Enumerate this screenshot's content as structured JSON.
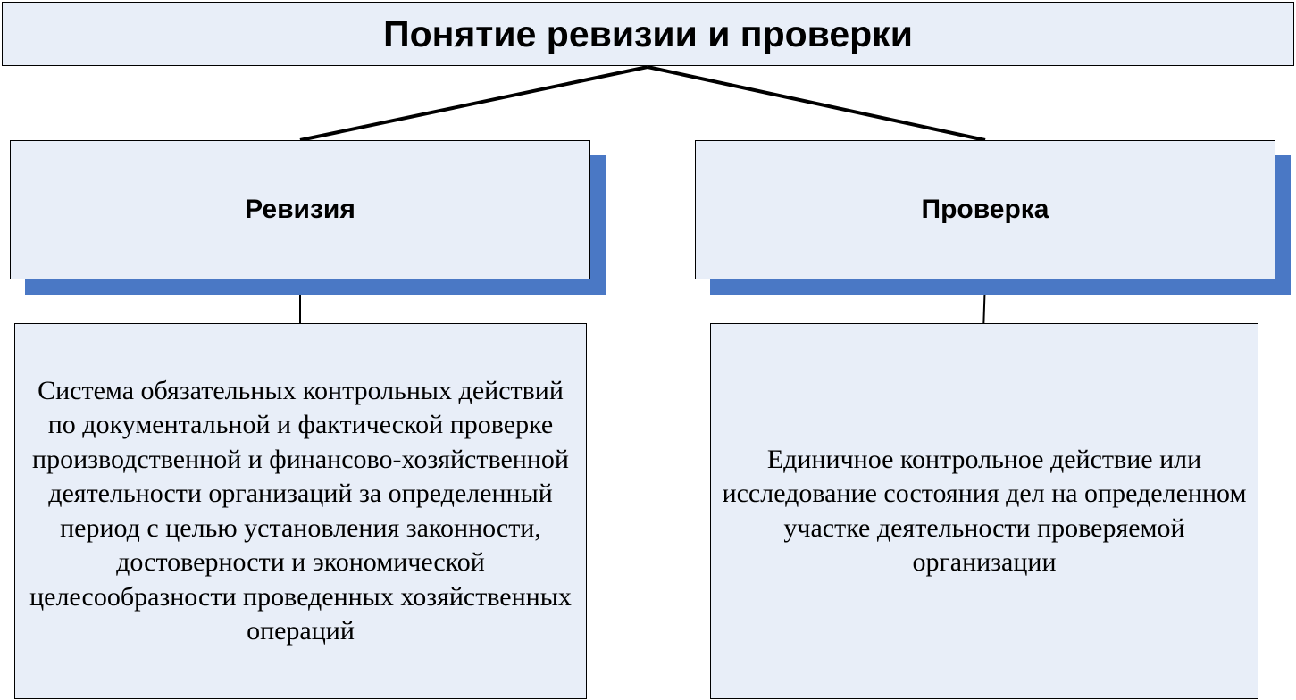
{
  "diagram": {
    "title": "Понятие ревизии и проверки",
    "left": {
      "heading": "Ревизия",
      "description": "Система обязательных контрольных действий по документальной и фактической проверке производственной и финансово-хозяйственной деятельности организаций за определенный период с целью установления законности, достоверности и экономической целесообразности проведенных хозяйственных операций"
    },
    "right": {
      "heading": "Проверка",
      "description": "Единичное контрольное действие или исследование состояния дел на определенном участке деятельности проверяемой организации"
    },
    "colors": {
      "box_fill": "#e8eef8",
      "shadow": "#4a78c5",
      "border": "#000000"
    }
  }
}
